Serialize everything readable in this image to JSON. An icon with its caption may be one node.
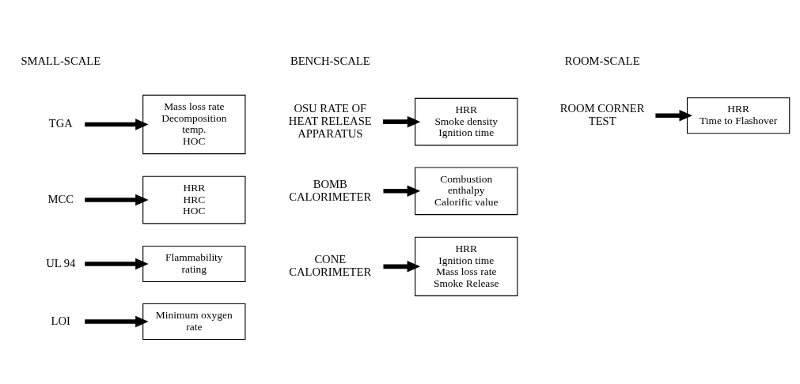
{
  "diagram": {
    "nodes": [
      {
        "text": [
          "LOI"
        ]
      },
      {
        "text": [
          "Minimum oxygen rate"
        ]
      },
      {
        "text": [
          "UL 94"
        ]
      },
      {
        "text": [
          "Flammability rating"
        ]
      },
      {
        "text": [
          "MCC"
        ]
      },
      {
        "text": [
          "HRR",
          "HRC",
          "HOC"
        ]
      },
      {
        "text": [
          "TGA"
        ]
      },
      {
        "text": [
          "Mass loss rate",
          "Decomposition temp.",
          "HOC"
        ]
      },
      {
        "text": [
          "CONE CALORIMETER"
        ]
      },
      {
        "text": [
          "HRR",
          "Ignition time",
          "Mass loss rate",
          "Smoke Release"
        ]
      },
      {
        "text": [
          "BOMB CALORIMETER"
        ]
      },
      {
        "text": [
          "Combustion enthalpy",
          "Calorific value"
        ]
      },
      {
        "text": [
          "OSU RATE OF HEAT RELEASE APPARATUS"
        ]
      },
      {
        "text": [
          "HRR",
          "Smoke density",
          "Ignition time"
        ]
      },
      {
        "text": [
          "ROOM CORNER TEST"
        ]
      },
      {
        "text": [
          "HRR",
          "Time to Flashover"
        ]
      }
    ],
    "edges": [
      {
        "from": 0,
        "to": 1,
        "arrow": "to"
      },
      {
        "from": 2,
        "to": 3,
        "arrow": "to"
      },
      {
        "from": 4,
        "to": 5,
        "arrow": "to"
      },
      {
        "from": 6,
        "to": 7,
        "arrow": "to"
      },
      {
        "from": 8,
        "to": 9,
        "arrow": "to"
      },
      {
        "from": 10,
        "to": 11,
        "arrow": "to"
      },
      {
        "from": 12,
        "to": 13,
        "arrow": "to"
      },
      {
        "from": 14,
        "to": 15,
        "arrow": "to"
      }
    ],
    "labels": [
      "SMALL-SCALE",
      "BENCH-SCALE",
      "ROOM-SCALE"
    ]
  }
}
